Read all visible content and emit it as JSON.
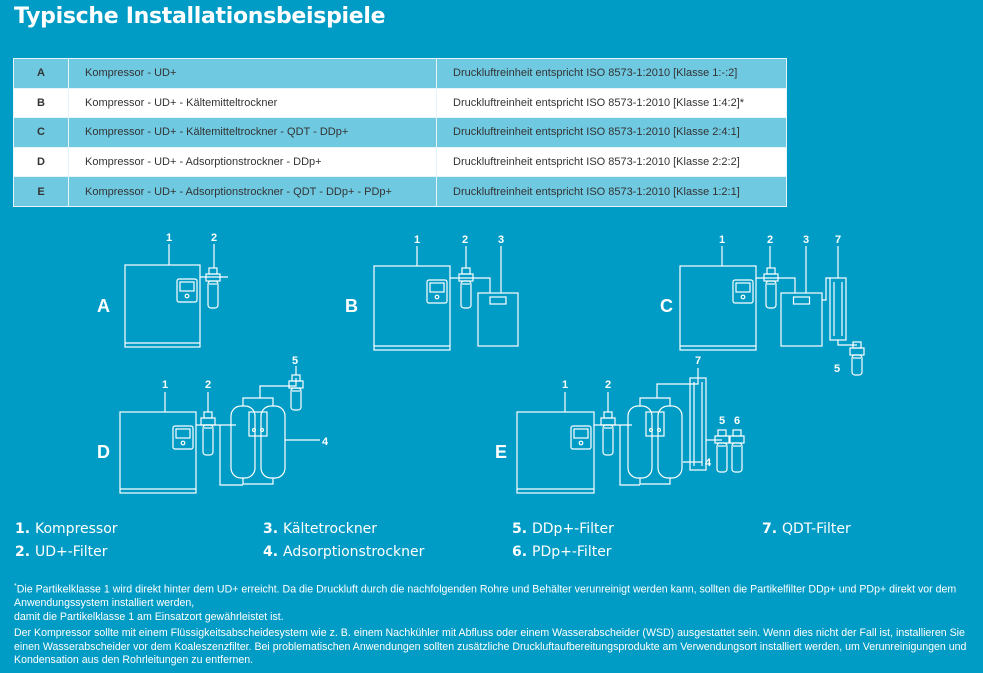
{
  "title": "Typische Installationsbeispiele",
  "table": [
    {
      "key": "A",
      "config": "Kompressor - UD+",
      "purity": "Druckluftreinheit entspricht ISO 8573-1:2010 [Klasse 1:-:2]"
    },
    {
      "key": "B",
      "config": "Kompressor - UD+ - Kältemitteltrockner",
      "purity": "Druckluftreinheit entspricht ISO 8573-1:2010 [Klasse 1:4:2]*"
    },
    {
      "key": "C",
      "config": "Kompressor - UD+ - Kältemitteltrockner - QDT - DDp+",
      "purity": "Druckluftreinheit entspricht ISO 8573-1:2010 [Klasse 2:4:1]"
    },
    {
      "key": "D",
      "config": "Kompressor - UD+ - Adsorptionstrockner - DDp+",
      "purity": "Druckluftreinheit entspricht ISO 8573-1:2010 [Klasse 2:2:2]"
    },
    {
      "key": "E",
      "config": "Kompressor - UD+ - Adsorptionstrockner - QDT - DDp+ - PDp+",
      "purity": "Druckluftreinheit entspricht ISO 8573-1:2010 [Klasse 1:2:1]"
    }
  ],
  "diagrams": {
    "A": {
      "letter": "A",
      "callouts": [
        "1",
        "2"
      ]
    },
    "B": {
      "letter": "B",
      "callouts": [
        "1",
        "2",
        "3"
      ]
    },
    "C": {
      "letter": "C",
      "callouts": [
        "1",
        "2",
        "3",
        "7",
        "5"
      ]
    },
    "D": {
      "letter": "D",
      "callouts": [
        "1",
        "2",
        "5",
        "4"
      ]
    },
    "E": {
      "letter": "E",
      "callouts": [
        "1",
        "2",
        "7",
        "5",
        "6",
        "4"
      ]
    }
  },
  "legend": [
    {
      "num": "1.",
      "label": "Kompressor"
    },
    {
      "num": "2.",
      "label": "UD+-Filter"
    },
    {
      "num": "3.",
      "label": "Kältetrockner"
    },
    {
      "num": "4.",
      "label": "Adsorptionstrockner"
    },
    {
      "num": "5.",
      "label": "DDp+-Filter"
    },
    {
      "num": "6.",
      "label": "PDp+-Filter"
    },
    {
      "num": "7.",
      "label": "QDT-Filter"
    }
  ],
  "notes": {
    "footnote_mark": "*",
    "footnote_1": "Die Partikelklasse 1 wird direkt hinter dem UD+ erreicht. Da die Druckluft durch die nachfolgenden Rohre und Behälter verunreinigt werden kann, sollten die Partikelfilter DDp+ und PDp+ direkt vor dem Anwendungssystem installiert werden,",
    "footnote_2": "damit die Partikelklasse 1 am Einsatzort gewährleistet ist.",
    "paragraph": "Der Kompressor sollte mit einem Flüssigkeitsabscheidesystem wie z. B. einem Nachkühler mit Abfluss oder einem Wasserabscheider (WSD) ausgestattet sein. Wenn dies nicht der Fall ist, installieren Sie einen Wasserabscheider vor dem Koaleszenzfilter. Bei problematischen Anwendungen sollten zusätzliche Druckluftaufbereitungsprodukte am Verwendungsort installiert werden, um Verunreinigungen und Kondensation aus den Rohrleitungen zu entfernen."
  },
  "colors": {
    "background": "#009cc6",
    "row_blue": "#6fc9e1",
    "line": "#ffffff"
  }
}
